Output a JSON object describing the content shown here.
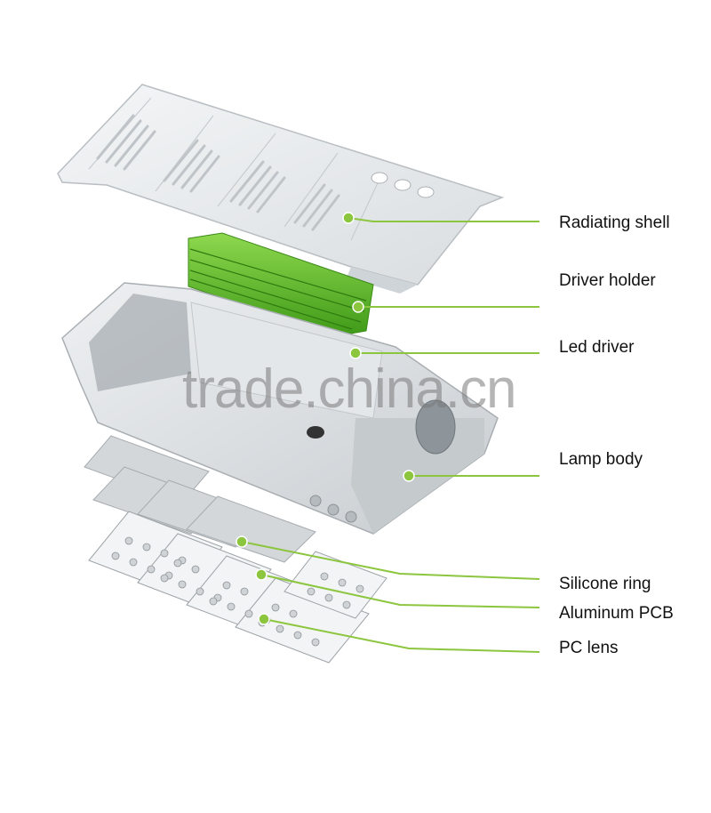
{
  "labels": {
    "radiating_shell": "Radiating shell",
    "driver_holder": "Driver holder",
    "led_driver": "Led driver",
    "lamp_body": "Lamp body",
    "silicone_ring": "Silicone ring",
    "aluminum_pcb": "Aluminum PCB",
    "pc_lens": "PC lens"
  },
  "watermark": "trade.china.cn",
  "colors": {
    "leader_line": "#8cc63f",
    "driver_green": "#5cb82a",
    "shell_gray": "#e9ecee",
    "body_gray": "#d7dbde"
  }
}
